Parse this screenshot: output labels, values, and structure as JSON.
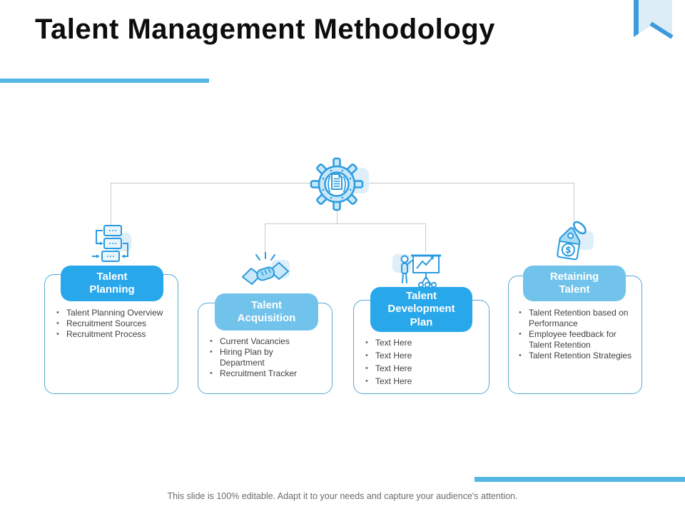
{
  "slide": {
    "title": "Talent Management Methodology",
    "footer": "This slide is 100% editable. Adapt it to your needs and capture your audience's attention."
  },
  "colors": {
    "header_bright_blue": "#28a7ea",
    "header_light_blue": "#72c3eb",
    "accent_bar_blue": "#56b6e6",
    "icon_stroke_blue": "#2b9bdf",
    "icon_fill_blue": "#c9e8f8",
    "card_border_blue": "#56a9d9",
    "connector_gray": "#c9c9c9",
    "body_text": "#3f3f3f",
    "footer_text": "#6b6b6b"
  },
  "diagram": {
    "center_icon": "gear-document-icon",
    "cards": [
      {
        "id": "talent-planning",
        "icon": "process-flow-icon",
        "title": "Talent\nPlanning",
        "header_style": "bright",
        "bullets": [
          "Talent Planning Overview",
          "Recruitment Sources",
          "Recruitment Process"
        ]
      },
      {
        "id": "talent-acquisition",
        "icon": "handshake-icon",
        "title": "Talent\nAcquisition",
        "header_style": "light",
        "bullets": [
          "Current Vacancies",
          "Hiring Plan by Department",
          "Recruitment Tracker"
        ]
      },
      {
        "id": "talent-development-plan",
        "icon": "presentation-icon",
        "title": "Talent\nDevelopment\nPlan",
        "header_style": "bright",
        "bullets": [
          "Text Here",
          "Text Here",
          "Text Here",
          "Text Here"
        ]
      },
      {
        "id": "retaining-talent",
        "icon": "price-tag-icon",
        "title": "Retaining\nTalent",
        "header_style": "light",
        "bullets": [
          "Talent Retention based on Performance",
          "Employee feedback for Talent Retention",
          "Talent Retention Strategies"
        ]
      }
    ]
  }
}
